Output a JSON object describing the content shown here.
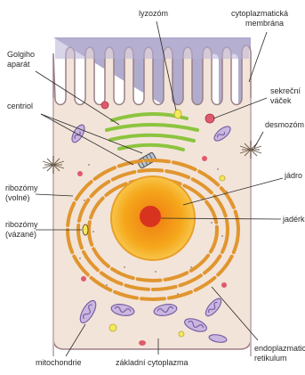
{
  "labels": {
    "lysozome": "lyzozóm",
    "membrane_1": "cytoplazmatická",
    "membrane_2": "membrána",
    "golgi_1": "Golgiho",
    "golgi_2": "aparát",
    "secretory_1": "sekreční",
    "secretory_2": "váček",
    "centriole": "centriol",
    "desmosome": "desmozóm",
    "nucleus": "jádro",
    "free_ribosomes_1": "ribozómy",
    "free_ribosomes_2": "(volné)",
    "bound_ribosomes_1": "ribozómy",
    "bound_ribosomes_2": "(vázané)",
    "nucleolus": "jadérko",
    "mitochondria": "mitochondrie",
    "cytoplasm": "základní cytoplazma",
    "er_1": "endoplazmatické",
    "er_2": "retikulum"
  },
  "colors": {
    "cell": "#f3e4d9",
    "cell_edge": "#9c7f88",
    "microvilli": "#a7a3c9",
    "golgi": "#8cc43f",
    "er": "#e0962f",
    "nucleus_outer": "#f5b31f",
    "nucleus_inner": "#f08a1a",
    "nucleolus": "#d8331f",
    "mito_fill": "#c9b7e0",
    "mito_edge": "#7a5fa3",
    "vesicle_red": "#e05a6d",
    "vesicle_yellow": "#f2ea5a",
    "leader": "#2a2a2a"
  }
}
